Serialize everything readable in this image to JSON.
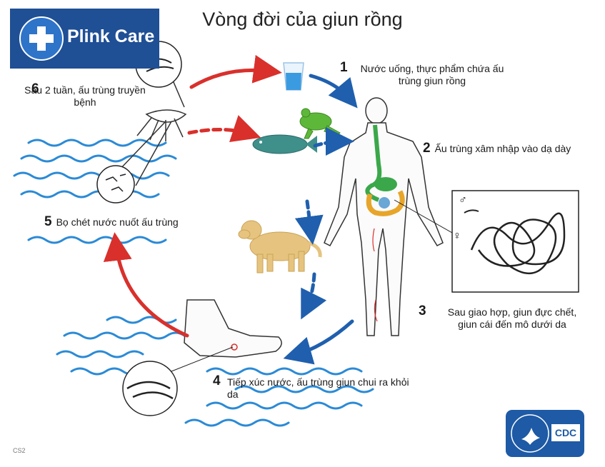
{
  "title": "Vòng đời của giun rồng",
  "brand": {
    "name": "Plink Care"
  },
  "badge": {
    "text": "CDC"
  },
  "image_code": "CS2",
  "steps": [
    {
      "number": "1",
      "text": "Nước uống, thực phẩm chứa ấu trùng giun rồng"
    },
    {
      "number": "2",
      "text": "Ấu trùng xâm nhập vào dạ dày"
    },
    {
      "number": "3",
      "text": "Sau giao hợp, giun đực chết, giun cái đến mô dưới da"
    },
    {
      "number": "4",
      "text": "Tiếp xúc nước, ấu trùng giun chui ra khỏi da"
    },
    {
      "number": "5",
      "text": "Bọ chét nước nuốt ấu trùng"
    },
    {
      "number": "6",
      "text": "Sau 2 tuần, ấu trùng truyền bệnh"
    }
  ],
  "sex_symbols": {
    "male": "♂",
    "female": "♀"
  },
  "colors": {
    "red_arrow": "#d9302c",
    "blue_arrow": "#1f5fae",
    "water": "#2b8ad6",
    "brand": "#1f4f95",
    "cdc": "#1e5aa5",
    "gut": "#3aa84a",
    "intestine": "#e7a52a",
    "fish": "#3f8f8a",
    "frog": "#5db83a",
    "dog": "#e6c47f"
  }
}
